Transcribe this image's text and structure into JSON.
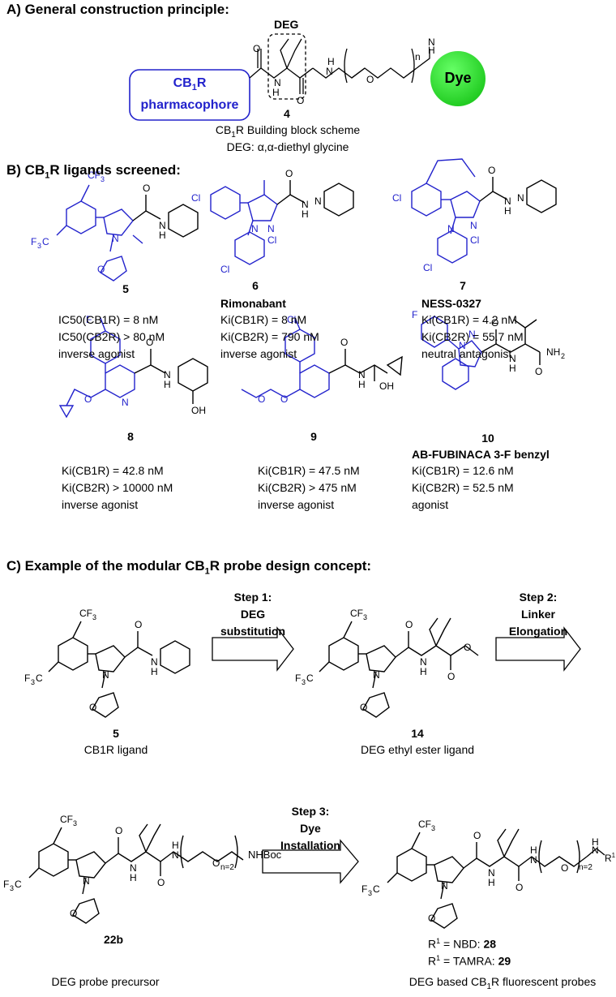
{
  "section_a": {
    "heading": "A) General construction principle:",
    "deg_label": "DEG",
    "pharma_line1": "CB",
    "pharma_sub": "1",
    "pharma_line1_tail": "R",
    "pharma_line2": "pharmacophore",
    "dye_label": "Dye",
    "compound_number": "4",
    "caption1_pre": "CB",
    "caption1_sub": "1",
    "caption1_post": "R Building block scheme",
    "caption2": "DEG: α,α-diethyl glycine",
    "repeat_n": "n"
  },
  "section_b": {
    "heading_pre": "B) CB",
    "heading_sub": "1",
    "heading_post": "R ligands screened:",
    "ligands": [
      {
        "number": "5",
        "name": "",
        "line1": "IC50(CB1R) = 8 nM",
        "line2": "IC50(CB2R) > 80 nM",
        "line3": "inverse agonist"
      },
      {
        "number": "6",
        "name": "Rimonabant",
        "line1": "Ki(CB1R) = 8 nM",
        "line2": "Ki(CB2R) = 790 nM",
        "line3": "inverse agonist"
      },
      {
        "number": "7",
        "name": "NESS-0327",
        "line1": "Ki(CB1R) = 4.2 nM",
        "line2": "Ki(CB2R) = 55.7 nM",
        "line3": "neutral antagonist"
      },
      {
        "number": "8",
        "name": "",
        "line1": "Ki(CB1R) = 42.8 nM",
        "line2": "Ki(CB2R) > 10000 nM",
        "line3": "inverse agonist"
      },
      {
        "number": "9",
        "name": "",
        "line1": "Ki(CB1R) = 47.5 nM",
        "line2": "Ki(CB2R) > 475 nM",
        "line3": "inverse agonist"
      },
      {
        "number": "10",
        "name": "AB-FUBINACA 3-F benzyl",
        "line1": "Ki(CB1R) = 12.6 nM",
        "line2": "Ki(CB2R) = 52.5 nM",
        "line3": "agonist"
      }
    ]
  },
  "section_c": {
    "heading_pre": "C) Example of the modular CB",
    "heading_sub": "1",
    "heading_post": "R probe design concept:",
    "step1_title": "Step 1:",
    "step1_l1": "DEG",
    "step1_l2": "substitution",
    "step2_title": "Step 2:",
    "step2_l1": "Linker",
    "step2_l2": "Elongation",
    "step3_title": "Step 3:",
    "step3_l1": "Dye",
    "step3_l2": "Installation",
    "cmpd5_number": "5",
    "cmpd5_caption": "CB1R ligand",
    "cmpd14_number": "14",
    "cmpd14_caption": "DEG ethyl ester ligand",
    "cmpd22_number": "22b",
    "cmpd22_caption": "DEG probe precursor",
    "nhboc": "NHBoc",
    "n2": "n=2",
    "r1_line1_pre": "R",
    "r1_line1_mid": " = NBD: ",
    "r1_line1_num": "28",
    "r1_line2_pre": "R",
    "r1_line2_mid": " = TAMRA: ",
    "r1_line2_num": "29",
    "r1_sup": "1",
    "final_caption_pre": "DEG based CB",
    "final_caption_sub": "1",
    "final_caption_post": "R fluorescent probes"
  },
  "colors": {
    "pharmacophore_blue": "#2222cc",
    "dye_green": "#33dd33"
  }
}
